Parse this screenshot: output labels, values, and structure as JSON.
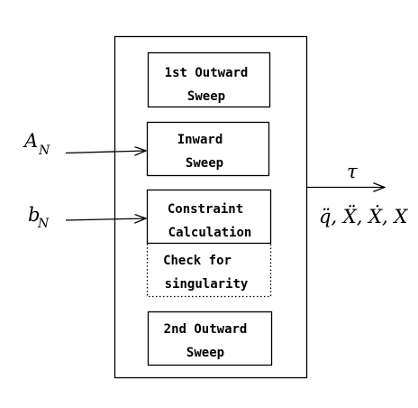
{
  "diagram": {
    "blocks": [
      {
        "id": "first_outward",
        "lines": [
          "1st Outward",
          "Sweep"
        ],
        "border": "solid"
      },
      {
        "id": "inward",
        "lines": [
          "Inward",
          "Sweep"
        ],
        "border": "solid"
      },
      {
        "id": "constraint",
        "lines": [
          "Constraint",
          "Calculation"
        ],
        "border": "solid"
      },
      {
        "id": "singularity",
        "lines": [
          "Check for",
          "singularity"
        ],
        "border": "dotted"
      },
      {
        "id": "second_outward",
        "lines": [
          "2nd Outward",
          "Sweep"
        ],
        "border": "solid"
      }
    ],
    "inputs": {
      "a": {
        "base": "A",
        "sub": "N"
      },
      "b": {
        "base": "b",
        "sub": "N"
      }
    },
    "output": {
      "tau": "τ",
      "vars": "q̈, Ẍ, Ẋ, X"
    }
  }
}
